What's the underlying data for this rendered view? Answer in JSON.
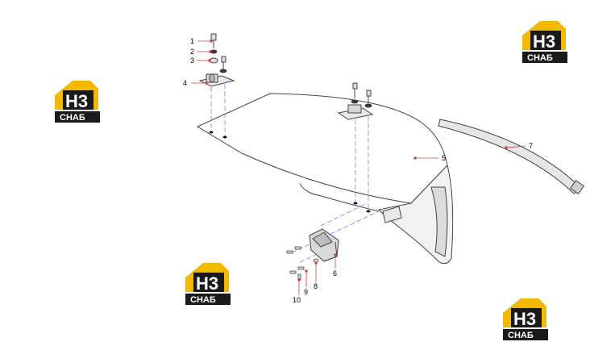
{
  "logo": {
    "mark": "H3",
    "text": "СНАБ",
    "accent": "#f5b800",
    "dark": "#1a1a1a"
  },
  "callouts": [
    {
      "id": "1",
      "label": "1"
    },
    {
      "id": "2",
      "label": "2"
    },
    {
      "id": "3",
      "label": "3"
    },
    {
      "id": "4",
      "label": "4"
    },
    {
      "id": "5",
      "label": "5"
    },
    {
      "id": "6",
      "label": "6"
    },
    {
      "id": "7",
      "label": "7"
    },
    {
      "id": "8",
      "label": "8"
    },
    {
      "id": "9",
      "label": "9"
    },
    {
      "id": "10",
      "label": "10"
    }
  ],
  "colors": {
    "line": "#444444",
    "leader": "#d04040",
    "hidden": "#7a7aff"
  }
}
